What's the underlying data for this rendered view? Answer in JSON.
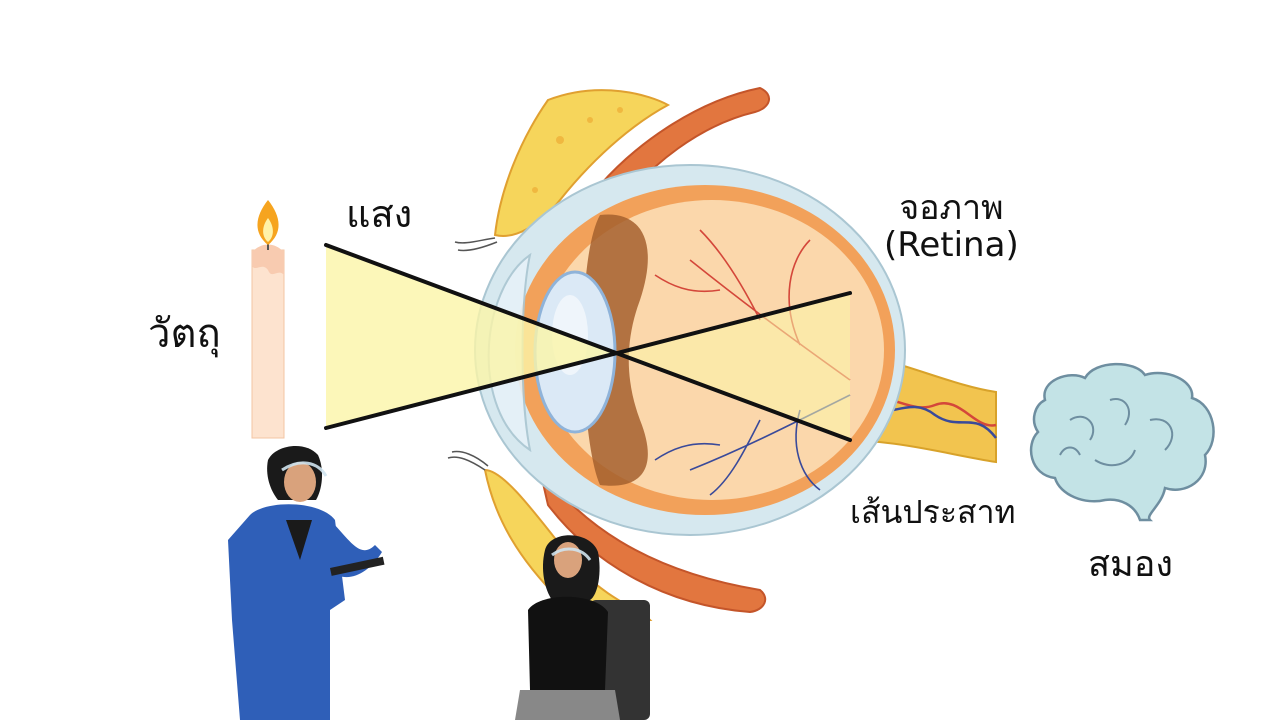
{
  "labels": {
    "object": "วัตถุ",
    "light": "แสง",
    "retina": "จอภาพ",
    "retina_en": "(Retina)",
    "optic_nerve": "เส้นประสาท",
    "brain": "สมอง"
  },
  "colors": {
    "light_beam": "#fbf5a8",
    "ray_line": "#111111",
    "sclera_outer": "#d6e8ef",
    "retina_layer": "#f2a15a",
    "eye_interior": "#fbd7ab",
    "blood_vessel": "#d4473a",
    "vein": "#3a4a9a",
    "lens": "#dbe9f6",
    "muscle": "#e2763f",
    "bone": "#f6d55b",
    "nerve": "#f2c44f",
    "brain": "#c3e3e6",
    "brain_outline": "#6e8ea0",
    "candle": "#fde3cf",
    "flame": "#f6a41f",
    "coat": "#2f5fb8"
  }
}
